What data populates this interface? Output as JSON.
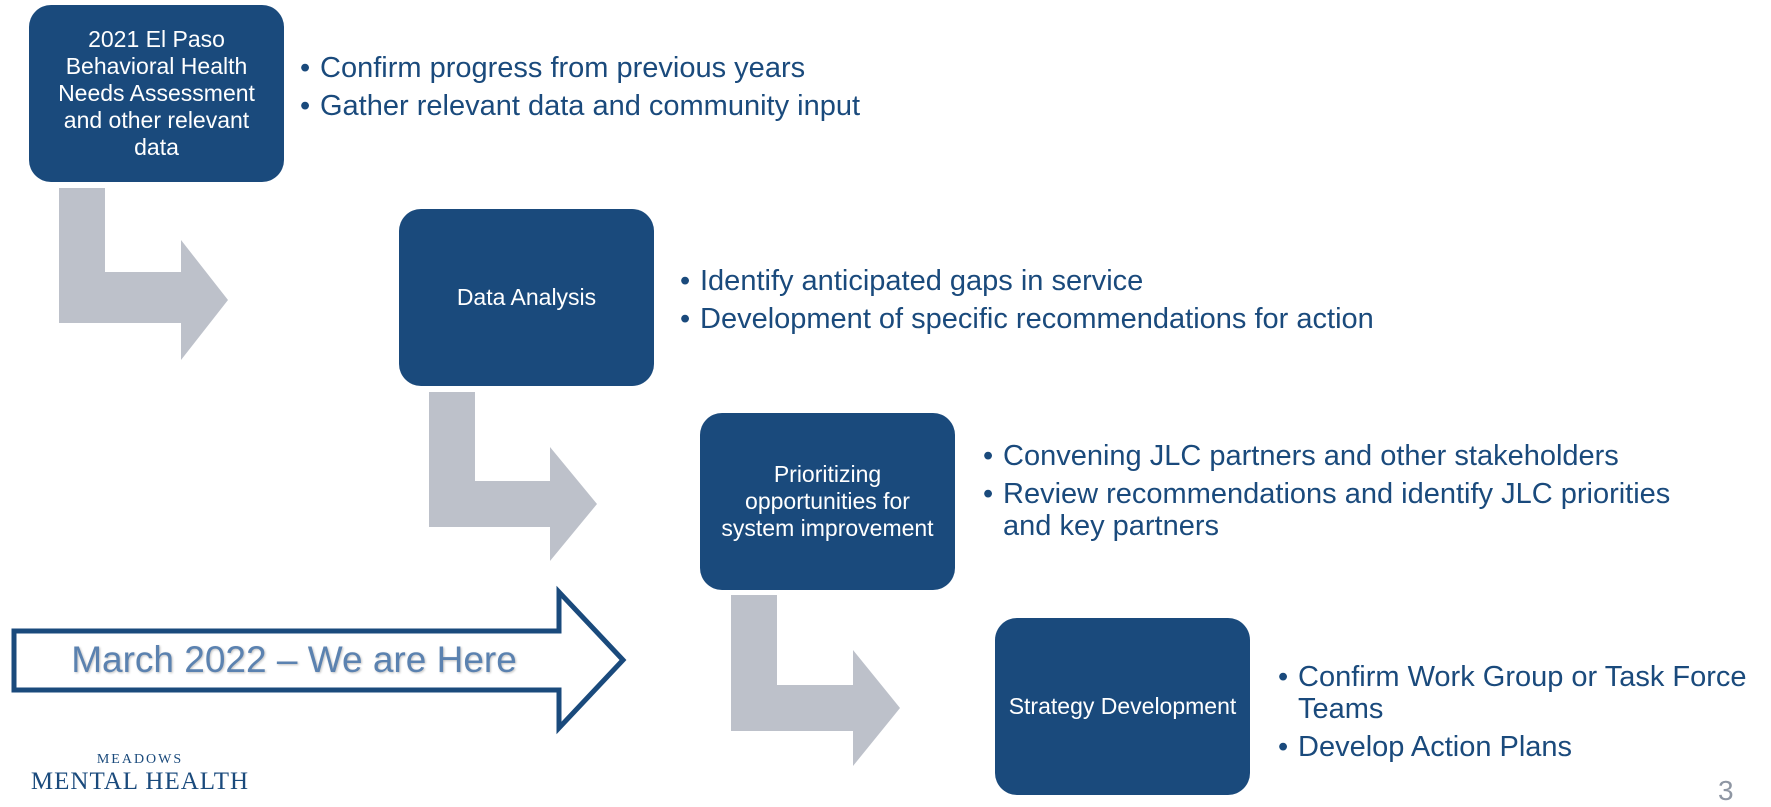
{
  "steps": [
    {
      "label": "2021 El Paso Behavioral Health Needs Assessment and other relevant data",
      "bullets": [
        "Confirm progress from previous years",
        "Gather relevant data and community input"
      ]
    },
    {
      "label": "Data Analysis",
      "bullets": [
        "Identify anticipated gaps in service",
        "Development of specific recommendations for action"
      ]
    },
    {
      "label": "Prioritizing opportunities for system improvement",
      "bullets": [
        "Convening JLC partners and other stakeholders",
        "Review recommendations and identify JLC priorities and key partners"
      ]
    },
    {
      "label": "Strategy Development",
      "bullets": [
        "Confirm Work Group or Task Force Teams",
        "Develop Action Plans"
      ]
    }
  ],
  "here_arrow": {
    "label": "March 2022 – We are Here"
  },
  "logo": {
    "line1": "MEADOWS",
    "line2": "MENTAL HEALTH"
  },
  "page_number": "3",
  "colors": {
    "box": "#1a4a7c",
    "connector": "#bdc1ca",
    "here_arrow_border": "#1a4a7c",
    "here_text": "#5b82b0"
  }
}
